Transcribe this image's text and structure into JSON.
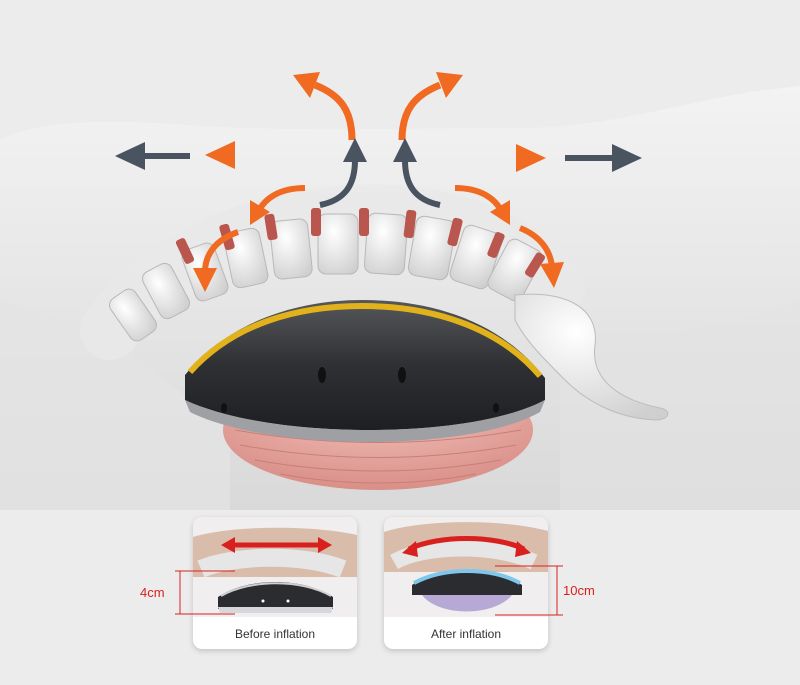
{
  "colors": {
    "accent_orange": "#f06a22",
    "arrow_gray": "#4a5360",
    "measure_red": "#d8201f",
    "band_yellow": "#e2b21c",
    "device_dark": "#3a3c40",
    "cushion_pink": "#e9a9a3"
  },
  "cards": [
    {
      "caption": "Before inflation",
      "measurement": "4cm",
      "state": "deflated"
    },
    {
      "caption": "After inflation",
      "measurement": "10cm",
      "state": "inflated"
    }
  ]
}
